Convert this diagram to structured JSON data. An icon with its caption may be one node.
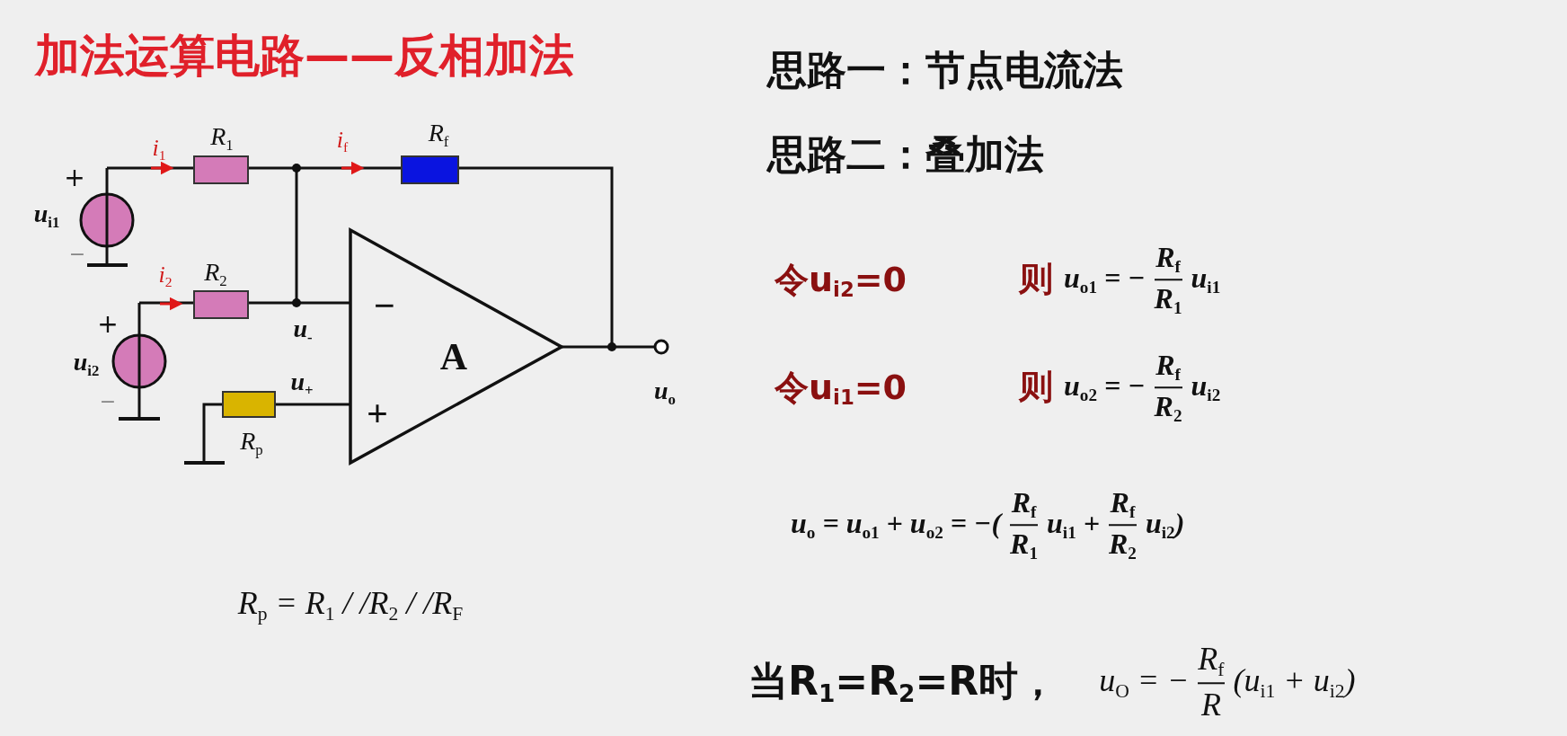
{
  "diagram": {
    "title": "加法运算电路——反相加法",
    "labels": [
      "i$_{1}$",
      "R$_{1}$",
      "i$_{f}$",
      "R$_{f}$",
      "+",
      "u$_{i1}$",
      "−",
      "i$_{2}$",
      "R$_{2}$",
      "+",
      "u$_{i2}$",
      "−",
      "u$_{-}$",
      "−",
      "A",
      "u$_{+}$",
      "+",
      "R$_{p}$",
      "u$_{o}$",
      "R$_{p}$ = R$_{1}$ / /R$_{2}$ / /R$_{F}$",
      "思路一：节点电流法",
      "思路二：叠加法",
      "令u$_{i2}$=0",
      "则",
      "u$_{o1}$ = −",
      "R$_{f}$",
      "R$_{1}$",
      "u$_{i1}$",
      "令u$_{i1}$=0",
      "则",
      "u$_{o2}$ = −",
      "R$_{f}$",
      "R$_{2}$",
      "u$_{i2}$",
      "u$_{o}$ = u$_{o1}$ + u$_{o2}$ = −(",
      "R$_{f}$",
      "R$_{1}$",
      "u$_{i1}$ +",
      "R$_{f}$",
      "R$_{2}$",
      "u$_{i2}$)",
      "当R$_{1}$=R$_{2}$=R时，",
      "u$_{O}$ = −",
      "R$_{f}$",
      "R",
      "(u$_{i1}$ + u$_{i2}$)"
    ]
  }
}
